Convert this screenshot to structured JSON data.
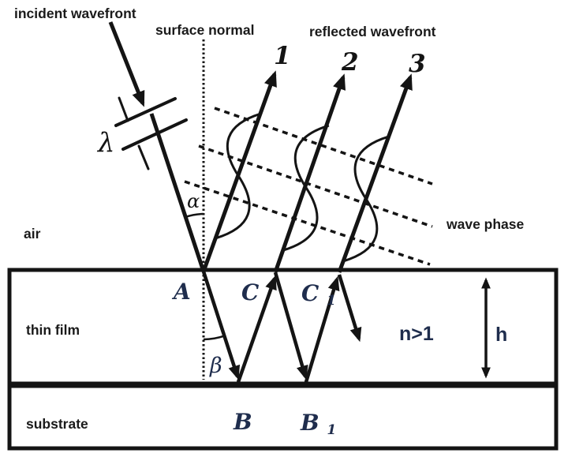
{
  "diagram": {
    "title_labels": {
      "incident_wavefront": "incident wavefront",
      "surface_normal": "surface normal",
      "reflected_wavefront": "reflected wavefront",
      "wave_phase": "wave phase"
    },
    "region_labels": {
      "air": "air",
      "thin_film": "thin film",
      "substrate": "substrate"
    },
    "symbols": {
      "lambda": "λ",
      "alpha": "α",
      "beta": "β",
      "refractive_index": "n>1",
      "film_thickness": "h"
    },
    "ray_numbers": [
      "1",
      "2",
      "3"
    ],
    "points": {
      "A": "A",
      "B": "B",
      "C": "C",
      "B1": {
        "base": "B",
        "sub": "1"
      },
      "C1": {
        "base": "C",
        "sub": "1"
      }
    },
    "colors": {
      "background": "#ffffff",
      "film_fill": "#b7d3ec",
      "substrate_fill": "#a29a1d",
      "line": "#141414",
      "film_label": "#1f2d4d"
    }
  }
}
